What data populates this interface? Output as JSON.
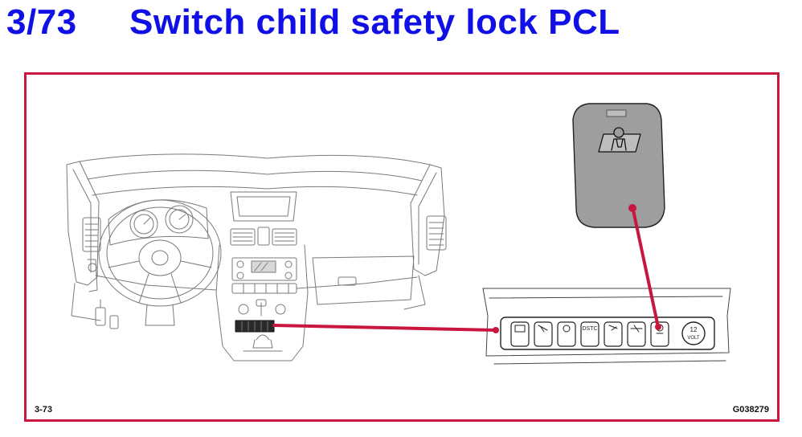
{
  "header": {
    "number": "3/73",
    "title": "Switch child safety lock PCL"
  },
  "figure": {
    "figure_label": "3-73",
    "image_code": "G038279",
    "switch_panel": {
      "dstc_label": "DSTC",
      "socket_label_top": "12",
      "socket_label_bottom": "VOLT"
    }
  },
  "colors": {
    "title_blue": "#1010e6",
    "frame_red": "#c8163f",
    "leader_red": "#c8163f",
    "switch_gray": "#9e9e9e"
  }
}
